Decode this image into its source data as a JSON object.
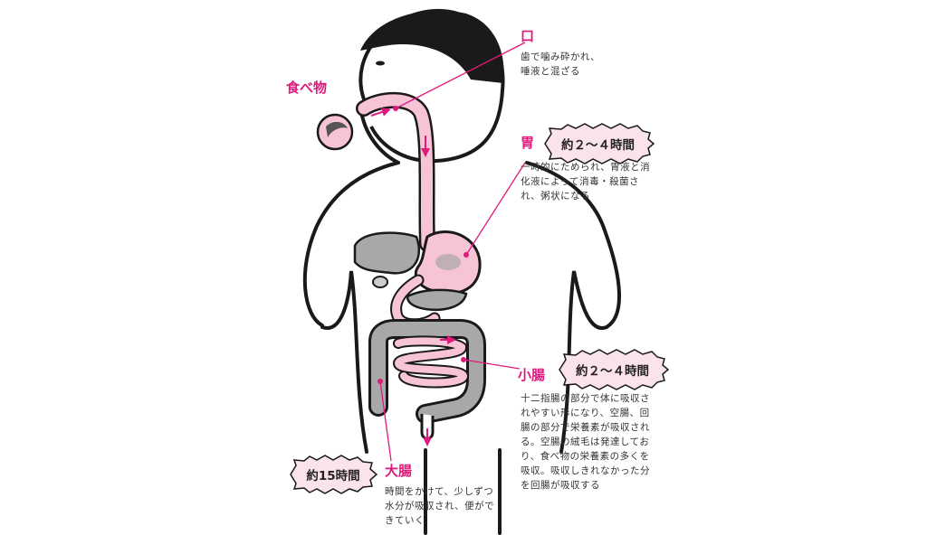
{
  "colors": {
    "accent": "#e0197d",
    "organ_pink": "#f7c4d6",
    "organ_gray": "#a8a8a8",
    "burst_fill": "#fbe3ea"
  },
  "labels": {
    "food": "食べ物",
    "mouth": {
      "title": "口",
      "desc": [
        "歯で噛み砕かれ、",
        "唾液と混ざる"
      ]
    },
    "stomach": {
      "title": "胃",
      "time": "約２〜４時間",
      "desc": [
        "一時的にためられ、胃液と消",
        "化液によって消毒・殺菌さ",
        "れ、粥状になる"
      ]
    },
    "small_intestine": {
      "title": "小腸",
      "time": "約２〜４時間",
      "desc": [
        "十二指腸の部分で体に吸収さ",
        "れやすい形になり、空腸、回",
        "腸の部分で栄養素が吸収され",
        "る。空腸の絨毛は発達してお",
        "り、食べ物の栄養素の多くを",
        "吸収。吸収しきれなかった分",
        "を回腸が吸収する"
      ]
    },
    "large_intestine": {
      "title": "大腸",
      "time": "約15時間",
      "desc": [
        "時間をかけて、少しずつ",
        "水分が吸収され、便がで",
        "きていく"
      ]
    }
  }
}
